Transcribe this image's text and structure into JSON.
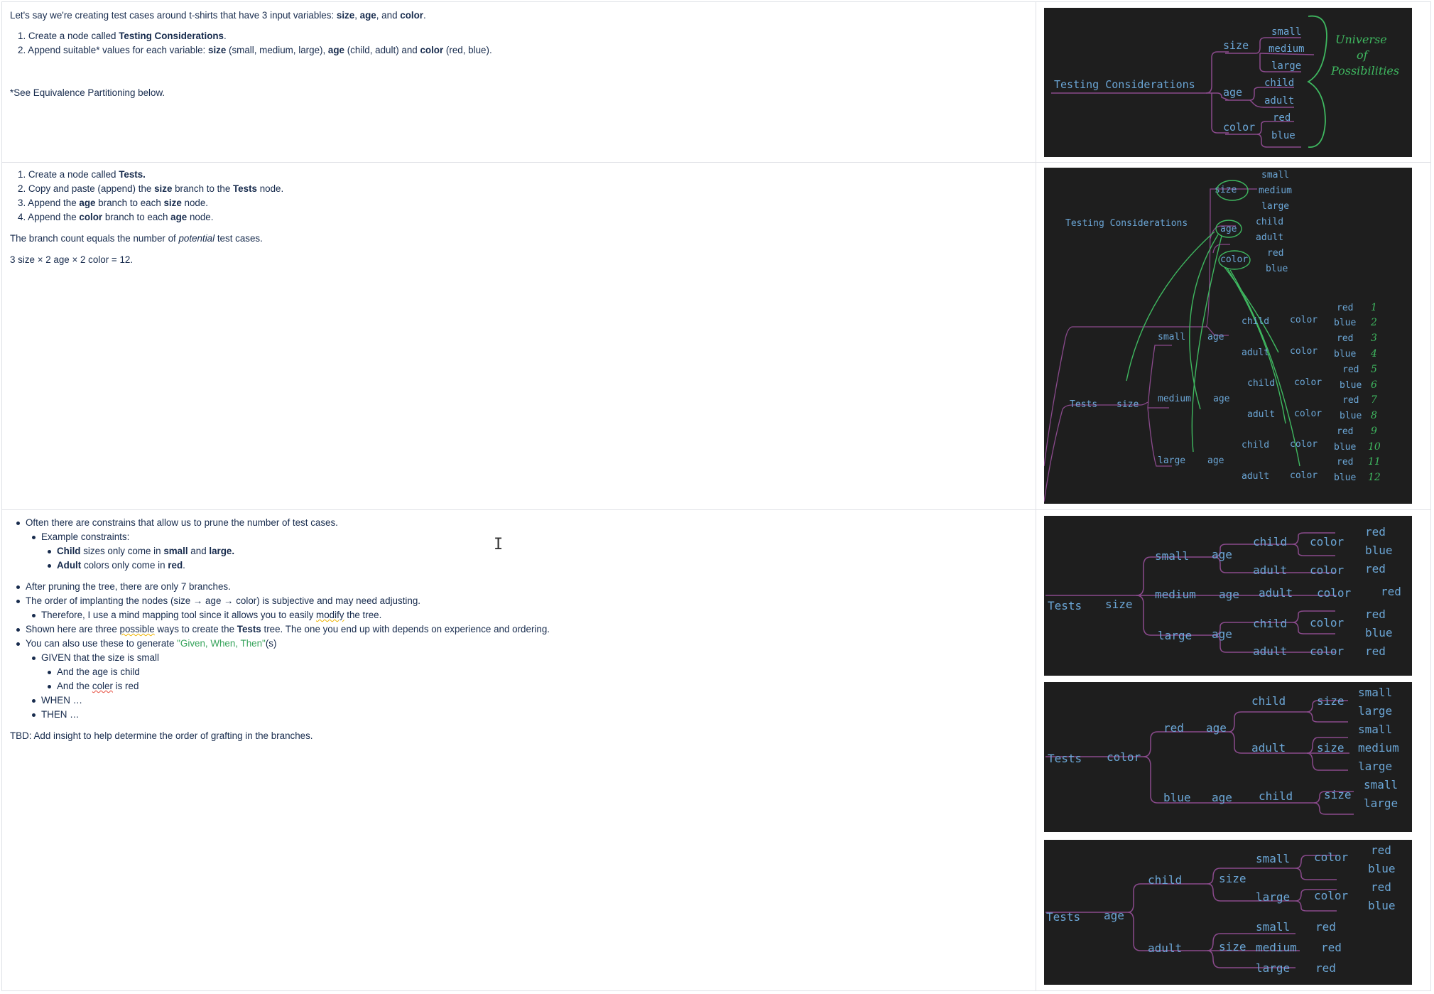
{
  "row1": {
    "intro_pre": "Let's say we're creating test cases around t-shirts that have 3 input variables: ",
    "intro_size": "size",
    "intro_sep1": ", ",
    "intro_age": "age",
    "intro_sep2": ", and ",
    "intro_color": "color",
    "intro_end": ".",
    "step1_pre": "1. Create a node called ",
    "step1_bold": "Testing Considerations",
    "step1_end": ".",
    "step2_pre": "2. Append suitable* values for each variable: ",
    "step2_size": "size",
    "step2_size_vals": " (small, medium, large), ",
    "step2_age": "age",
    "step2_age_vals": " (child, adult) and ",
    "step2_color": "color",
    "step2_color_vals": " (red, blue).",
    "footnote": "*See Equivalence Partitioning below.",
    "diagram": {
      "root": "Testing Considerations",
      "size": "size",
      "age": "age",
      "color": "color",
      "small": "small",
      "medium": "medium",
      "large": "large",
      "child": "child",
      "adult": "adult",
      "red": "red",
      "blue": "blue",
      "note1": "Universe",
      "note2": "of",
      "note3": "Possibilities"
    }
  },
  "row2": {
    "s1_pre": "1. Create a node called ",
    "s1_bold": "Tests.",
    "s2_pre": "2. Copy and paste (append) the ",
    "s2_b1": "size",
    "s2_mid": " branch to the ",
    "s2_b2": "Tests",
    "s2_end": " node.",
    "s3_pre": "3. Append the ",
    "s3_b1": "age",
    "s3_mid": " branch to each ",
    "s3_b2": "size",
    "s3_end": " node.",
    "s4_pre": "4. Append the ",
    "s4_b1": "color",
    "s4_mid": " branch to each ",
    "s4_b2": "age",
    "s4_end": " node.",
    "branch_pre": "The branch count equals the number of ",
    "branch_em": "potential",
    "branch_end": " test cases.",
    "formula": "3 size × 2 age  × 2 color = 12.",
    "diagram": {
      "root": "Testing Considerations",
      "tests": "Tests",
      "size": "size",
      "age": "age",
      "color": "color",
      "small": "small",
      "medium": "medium",
      "large": "large",
      "child": "child",
      "adult": "adult",
      "red": "red",
      "blue": "blue",
      "nums": [
        "1",
        "2",
        "3",
        "4",
        "5",
        "6",
        "7",
        "8",
        "9",
        "10",
        "11",
        "12"
      ]
    }
  },
  "row3": {
    "b1": "Often there are constrains that allow us to prune the number of test cases.",
    "b1a": "Example constraints:",
    "b1a1_b": "Child",
    "b1a1_mid": " sizes only come in ",
    "b1a1_b2": "small",
    "b1a1_and": " and ",
    "b1a1_b3": "large.",
    "b1a2_b": "Adult",
    "b1a2_mid": " colors only come in ",
    "b1a2_b2": "red",
    "b1a2_end": ".",
    "b2": "After pruning the tree, there are only 7 branches.",
    "b3": "The order of implanting the nodes (size →  age → color) is subjective and may need adjusting.",
    "b3a_pre": "Therefore, I use a mind mapping tool since it allows you to easily ",
    "b3a_u": "modify",
    "b3a_end": " the tree.",
    "b4_pre": "Shown here are three ",
    "b4_u": "possible",
    "b4_mid": " ways to create the ",
    "b4_b": "Tests",
    "b4_end": " tree. The one you end up with depends on experience and ordering.",
    "b5_pre": "You can also use these to generate ",
    "b5_green": "\"Given, When, Then\"",
    "b5_end": "(s)",
    "b5a": "GIVEN that the size is small",
    "b5a1": "And the age is child",
    "b5a2_pre": "And the ",
    "b5a2_u": "coler",
    "b5a2_end": " is red",
    "b5b": "WHEN …",
    "b5c": "THEN …",
    "tbd": "TBD: Add insight to help determine the order of grafting in the branches.",
    "tree_a": {
      "tests": "Tests",
      "size": "size",
      "small": "small",
      "medium": "medium",
      "large": "large",
      "age": "age",
      "child": "child",
      "adult": "adult",
      "color": "color",
      "red": "red",
      "blue": "blue"
    },
    "tree_b": {
      "tests": "Tests",
      "color": "color",
      "red": "red",
      "blue": "blue",
      "age": "age",
      "child": "child",
      "adult": "adult",
      "size": "size",
      "small": "small",
      "medium": "medium",
      "large": "large"
    },
    "tree_c": {
      "tests": "Tests",
      "age": "age",
      "child": "child",
      "adult": "adult",
      "size": "size",
      "small": "small",
      "medium": "medium",
      "large": "large",
      "color": "color",
      "red": "red",
      "blue": "blue"
    }
  },
  "colors": {
    "node_text": "#6ba6d6",
    "edge": "#8a4a8c",
    "highlight": "#3fb860",
    "diagram_bg": "#1e1e1e"
  }
}
